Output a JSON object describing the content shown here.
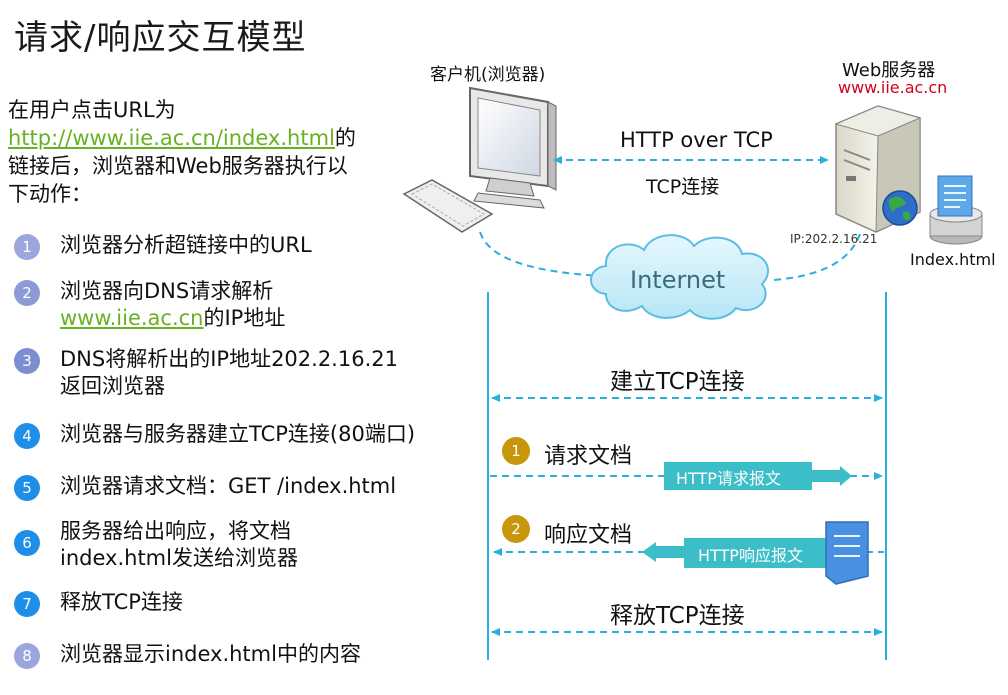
{
  "title": "请求/响应交互模型",
  "intro": {
    "line1": "在用户点击URL为",
    "url": "http://www.iie.ac.cn/index.html",
    "line2_suffix": "的",
    "line3": "链接后，浏览器和Web服务器执行以",
    "line4": "下动作："
  },
  "steps": [
    {
      "num": "1",
      "text": "浏览器分析超链接中的URL",
      "color": "#9aa6dc"
    },
    {
      "num": "2",
      "text_prefix": "浏览器向DNS请求解析",
      "link": "www.iie.ac.cn",
      "text_suffix": "的IP地址",
      "color": "#8c9ad6"
    },
    {
      "num": "3",
      "text": "DNS将解析出的IP地址202.2.16.21",
      "text2": "返回浏览器",
      "color": "#7d8ed0"
    },
    {
      "num": "4",
      "text": "浏览器与服务器建立TCP连接(80端口)",
      "color": "#1e8ee8"
    },
    {
      "num": "5",
      "text": "浏览器请求文档：GET /index.html",
      "color": "#1e8ee8"
    },
    {
      "num": "6",
      "text": "服务器给出响应，将文档",
      "text2": "index.html发送给浏览器",
      "color": "#1e8ee8"
    },
    {
      "num": "7",
      "text": "释放TCP连接",
      "color": "#1e8ee8"
    },
    {
      "num": "8",
      "text": "浏览器显示index.html中的内容",
      "color": "#9aa6dc"
    }
  ],
  "diagram": {
    "client_label": "客户机(浏览器)",
    "server_label": "Web服务器",
    "server_domain": "www.iie.ac.cn",
    "server_ip": "IP:202.2.16.21",
    "file_label": "Index.html",
    "http_over_tcp": "HTTP over TCP",
    "tcp_conn": "TCP连接",
    "internet": "Internet",
    "establish": "建立TCP连接",
    "request_num": "1",
    "request_label": "请求文档",
    "request_msg": "HTTP请求报文",
    "response_num": "2",
    "response_label": "响应文档",
    "response_msg": "HTTP响应报文",
    "release": "释放TCP连接"
  },
  "colors": {
    "link": "#6ab023",
    "dash": "#29aee0",
    "msg_box": "#3cbec9",
    "badge_gold": "#c8960a",
    "domain_red": "#d0021b"
  }
}
